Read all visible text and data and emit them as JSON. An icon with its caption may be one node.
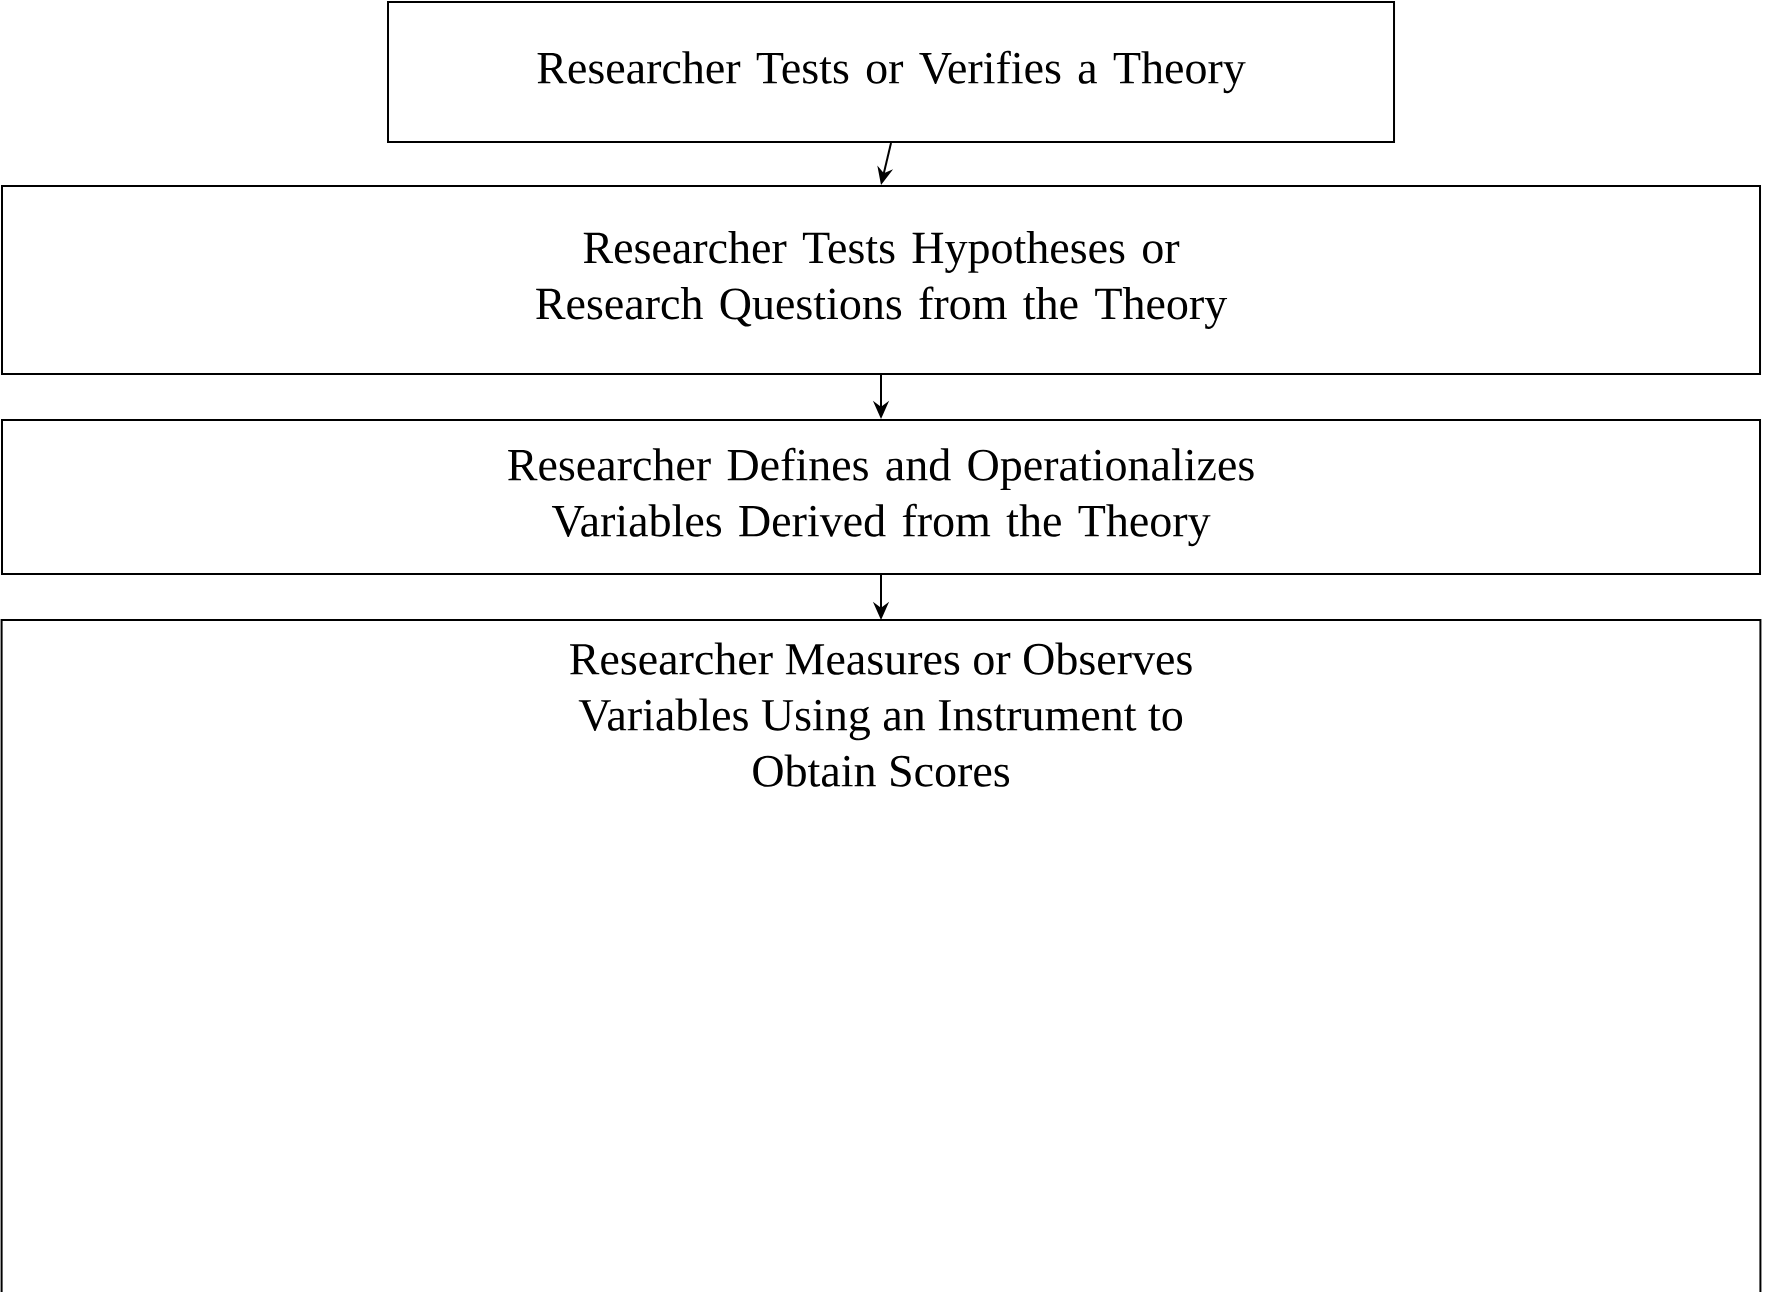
{
  "diagram": {
    "nodes": [
      {
        "text": [
          "Researcher Tests or Verifies a Theory"
        ]
      },
      {
        "text": [
          "Researcher Tests Hypotheses or Research Questions from the Theory"
        ]
      },
      {
        "text": [
          "Researcher Defines and Operationalizes Variables Derived from the Theory"
        ]
      },
      {
        "text": [
          "Researcher Measures or Observes Variables Using an Instrument to Obtain Scores"
        ]
      }
    ],
    "edges": [
      {
        "from": 0,
        "to": 1,
        "arrow": "to"
      },
      {
        "from": 1,
        "to": 2,
        "arrow": "to"
      },
      {
        "from": 2,
        "to": 3,
        "arrow": "to"
      }
    ]
  }
}
